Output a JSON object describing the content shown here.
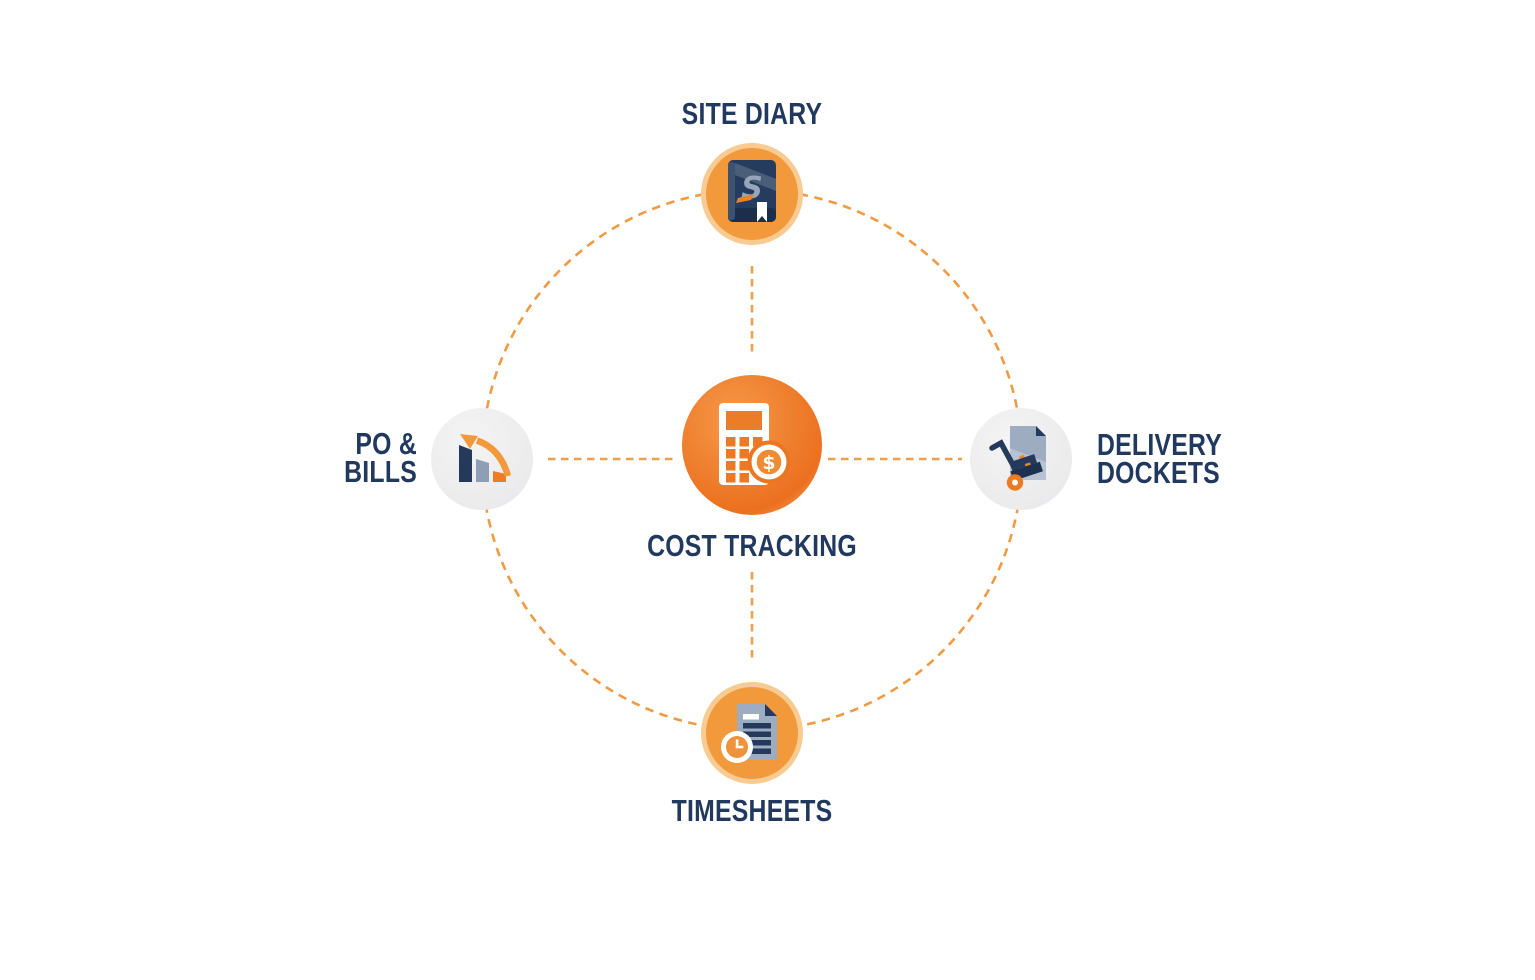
{
  "diagram": {
    "center": {
      "label": "COST TRACKING",
      "coin_symbol": "$",
      "icon": "calculator-dollar-icon"
    },
    "top": {
      "lines": [
        "SITE DIARY"
      ],
      "book_letter": "S",
      "icon": "diary-book-icon"
    },
    "right": {
      "lines": [
        "DELIVERY",
        "DOCKETS"
      ],
      "icon": "hand-truck-document-icon"
    },
    "bottom": {
      "lines": [
        "TIMESHEETS"
      ],
      "icon": "timesheet-clock-document-icon"
    },
    "left": {
      "lines": [
        "PO &",
        "BILLS"
      ],
      "icon": "bar-chart-growth-icon"
    },
    "colors": {
      "navy_text": "#21395E",
      "navy_icon": "#24395C",
      "slate_icon": "#9DACC0",
      "orange_primary": "#ED7B25",
      "orange_node": "#F2993C",
      "orange_ring": "#F8CB93",
      "dash_orange": "#EFA04C",
      "gray_circle": "#EDEDEE",
      "background": "#FFFFFF"
    }
  }
}
